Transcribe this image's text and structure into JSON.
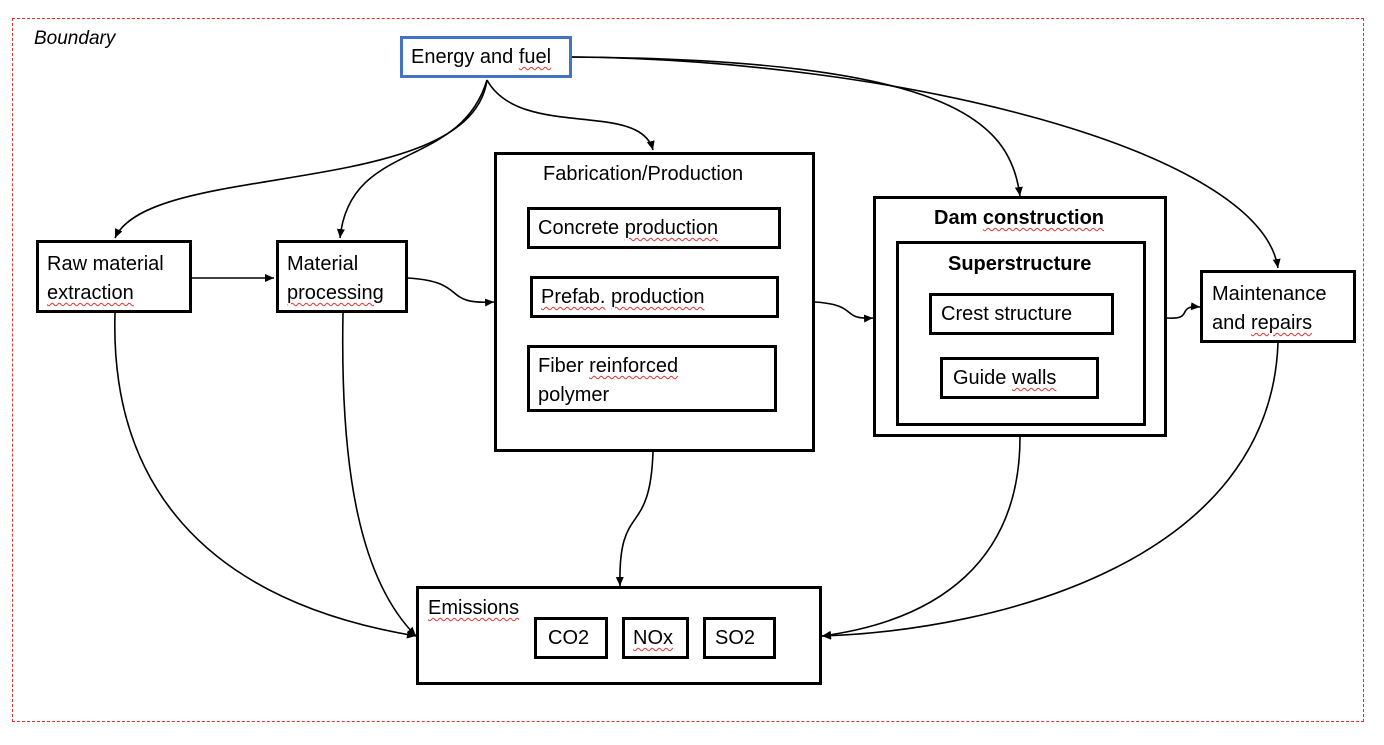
{
  "boundary": {
    "label": "Boundary"
  },
  "energy": {
    "label_plain": "Energy and ",
    "label_spell": "fuel"
  },
  "raw_material": {
    "line1": "Raw material",
    "line2": "extraction"
  },
  "material_processing": {
    "line1": "Material",
    "line2": "processing"
  },
  "fabrication": {
    "title": "Fabrication/Production",
    "concrete": {
      "label_plain": "Concrete ",
      "label_spell": "production"
    },
    "prefab": {
      "label_spell1": "Prefab.",
      "label_plain": " ",
      "label_spell2": "production"
    },
    "fiber": {
      "line1_plain": "Fiber ",
      "line1_spell": "reinforced",
      "line2": "polymer"
    }
  },
  "dam": {
    "title_plain": "Dam ",
    "title_spell": "construction",
    "superstructure": {
      "title": "Superstructure",
      "crest": {
        "label": "Crest structure"
      },
      "guide": {
        "label_plain": "Guide ",
        "label_spell": "walls"
      }
    }
  },
  "maintenance": {
    "line1": "Maintenance",
    "line2_plain": "and ",
    "line2_spell": "repairs"
  },
  "emissions": {
    "title": "Emissions",
    "items": [
      {
        "label": "CO2"
      },
      {
        "label": "NOx"
      },
      {
        "label": "SO2"
      }
    ]
  }
}
